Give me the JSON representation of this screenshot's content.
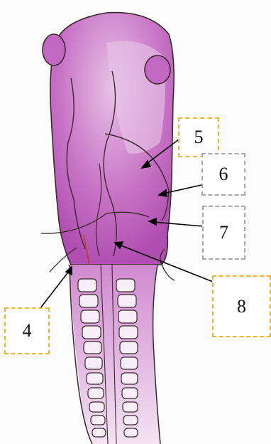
{
  "labels": {
    "l5": "5",
    "l6": "6",
    "l7": "7",
    "l8": "8",
    "l4": "4"
  },
  "colors": {
    "tissue": "#b54fb6",
    "tissue_light": "#e6b6e4",
    "outline": "#3a2a2a",
    "box_yellow": "#f0b429",
    "box_gray": "#a9a9a9",
    "arrow": "#000000",
    "red_line": "#c0392b"
  }
}
